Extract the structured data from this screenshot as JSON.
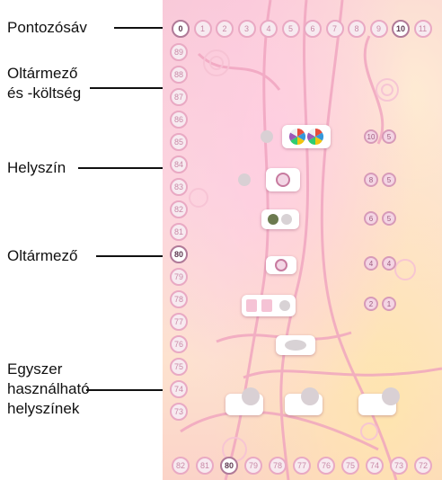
{
  "labels": {
    "score_track": "Pontozósáv",
    "altar_line1": "Oltármező",
    "altar_line2": "és -költség",
    "location": "Helyszín",
    "altar_field": "Oltármező",
    "oneshot_line1": "Egyszer",
    "oneshot_line2": "használható",
    "oneshot_line3": "helyszínek"
  },
  "score_track": {
    "top": [
      "0",
      "1",
      "2",
      "3",
      "4",
      "5",
      "6",
      "7",
      "8",
      "9",
      "10",
      "11"
    ],
    "left": [
      "89",
      "88",
      "87",
      "86",
      "85",
      "84",
      "83",
      "82",
      "81",
      "80",
      "79",
      "78",
      "77",
      "76",
      "75",
      "74",
      "73"
    ],
    "bottom": [
      "82",
      "81",
      "80",
      "79",
      "78",
      "77",
      "76",
      "75",
      "74",
      "73",
      "72"
    ]
  },
  "board_scores": [
    [
      "10",
      "5"
    ],
    [
      "8",
      "5"
    ],
    [
      "6",
      "5"
    ],
    [
      "4",
      "4"
    ],
    [
      "2",
      "1"
    ]
  ],
  "colors": {
    "lead_line": "#111111",
    "pink_border": "#e9a9c3",
    "altar_cost_colors": [
      "#e74c3c",
      "#3498db",
      "#f1c40f",
      "#2ecc71",
      "#9b59b6",
      "#ecf0f1"
    ]
  }
}
